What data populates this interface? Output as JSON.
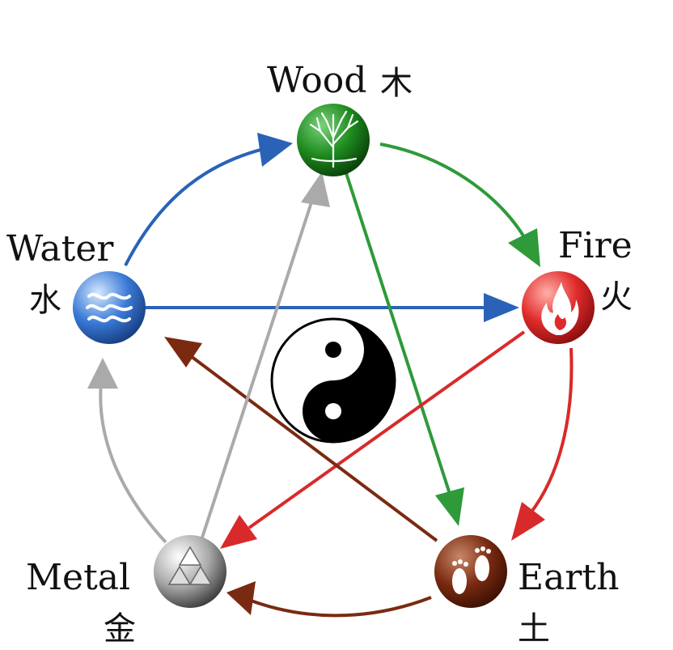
{
  "elements": {
    "wood": {
      "name": "Wood",
      "char": "木",
      "color": "#1e8a1e"
    },
    "fire": {
      "name": "Fire",
      "char": "火",
      "color": "#e02a2a"
    },
    "earth": {
      "name": "Earth",
      "char": "土",
      "color": "#7a2a10"
    },
    "metal": {
      "name": "Metal",
      "char": "金",
      "color": "#9a9a9a"
    },
    "water": {
      "name": "Water",
      "char": "水",
      "color": "#3a7ad6"
    }
  },
  "colors": {
    "generating_wood": "#2e9a3a",
    "generating_fire": "#d82a2a",
    "generating_earth": "#7a2a10",
    "generating_metal": "#aaaaaa",
    "generating_water": "#2a62b8"
  }
}
